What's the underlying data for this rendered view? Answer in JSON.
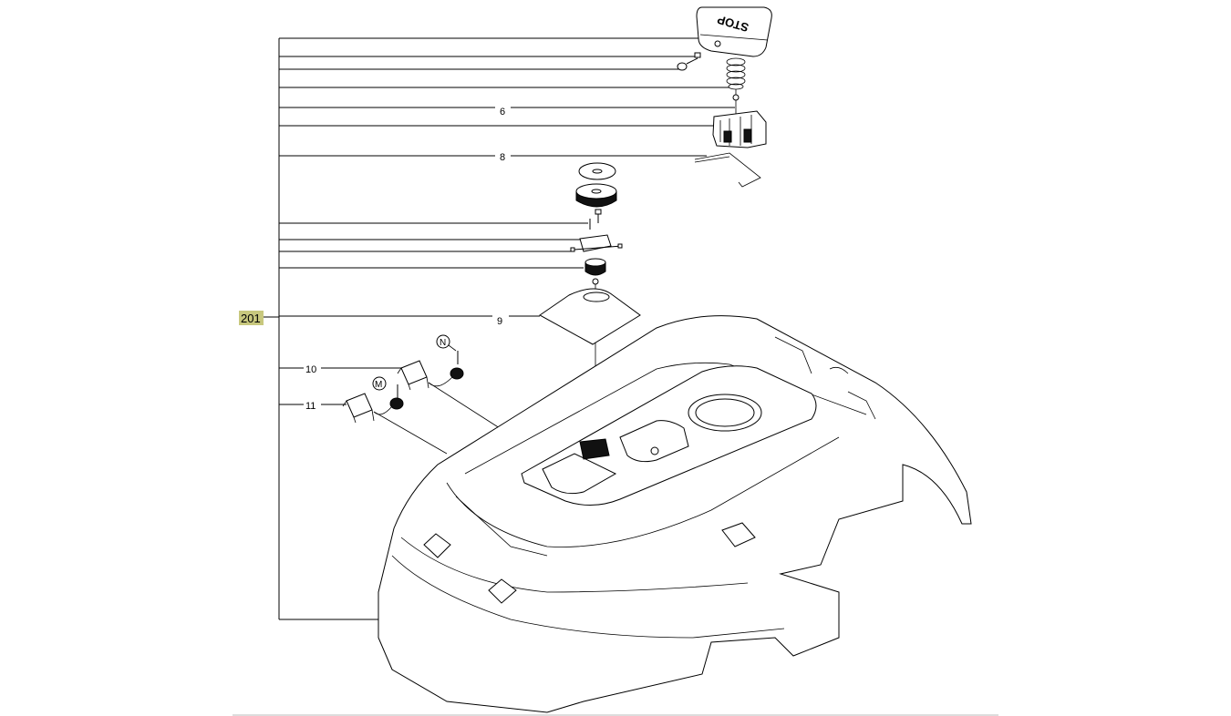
{
  "diagram": {
    "main_label": "201",
    "callouts": {
      "c6": "6",
      "c8": "8",
      "c9": "9",
      "c10": "10",
      "c11": "11"
    },
    "markers": {
      "n": "N",
      "m": "M"
    },
    "stop_button_text": "STOP"
  }
}
